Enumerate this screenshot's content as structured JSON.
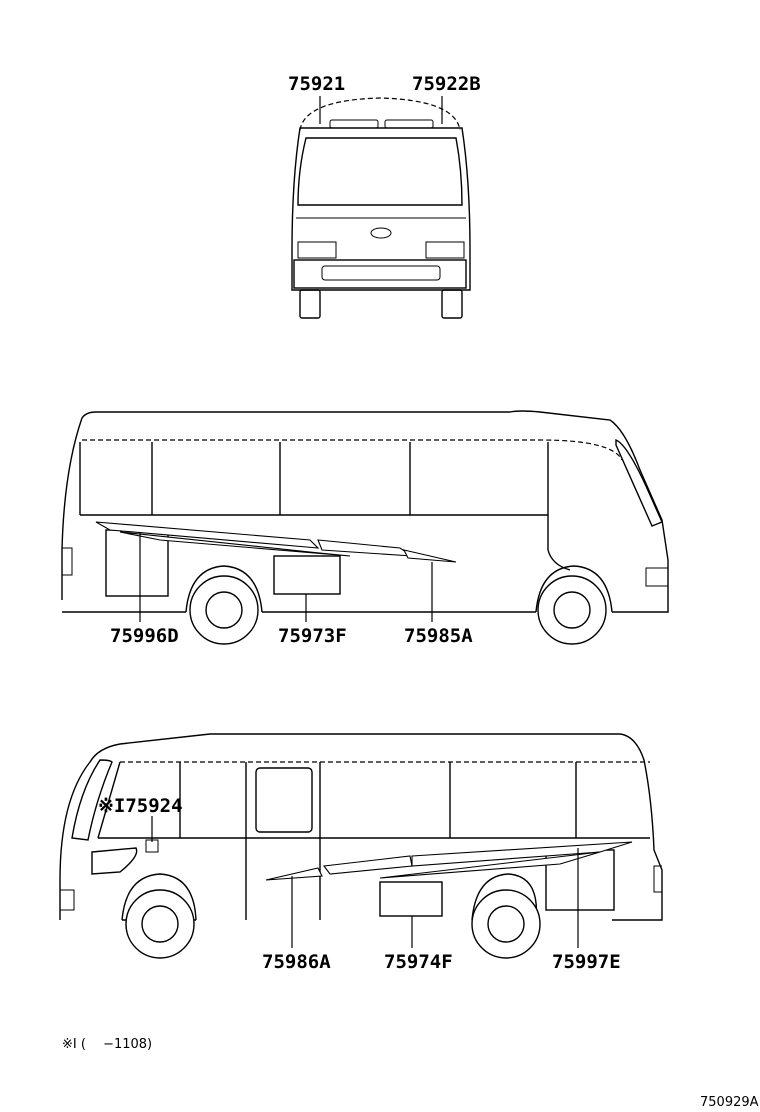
{
  "diagram": {
    "front_view": {
      "labels": [
        "75921",
        "75922B"
      ]
    },
    "right_side_view": {
      "labels": [
        "75996D",
        "75973F",
        "75985A"
      ]
    },
    "left_side_view": {
      "marked_label": "※I75924",
      "labels": [
        "75986A",
        "75974F",
        "75997E"
      ]
    },
    "footnote": "※I (　 −1108)",
    "diagram_code": "750929A"
  }
}
